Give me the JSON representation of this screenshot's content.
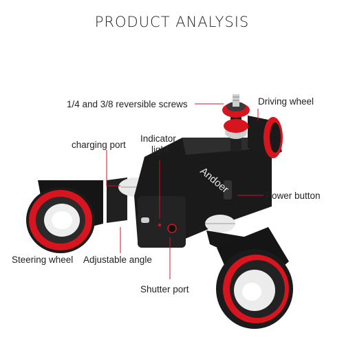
{
  "title": "PRODUCT  ANALYSIS",
  "product_brand": "Andoer",
  "labels": {
    "screws": "1/4 and 3/8 reversible screws",
    "driving_wheel": "Driving wheel",
    "charging_port": "charging port",
    "indicator_light_line1": "Indicator",
    "indicator_light_line2": "light",
    "power_button": "Power button",
    "steering_wheel": "Steering wheel",
    "adjustable_angle": "Adjustable angle",
    "shutter_port": "Shutter port"
  },
  "colors": {
    "leader_line": "#d0102a",
    "wheel_ring": "#d8141f",
    "body": "#1a1a1a"
  }
}
